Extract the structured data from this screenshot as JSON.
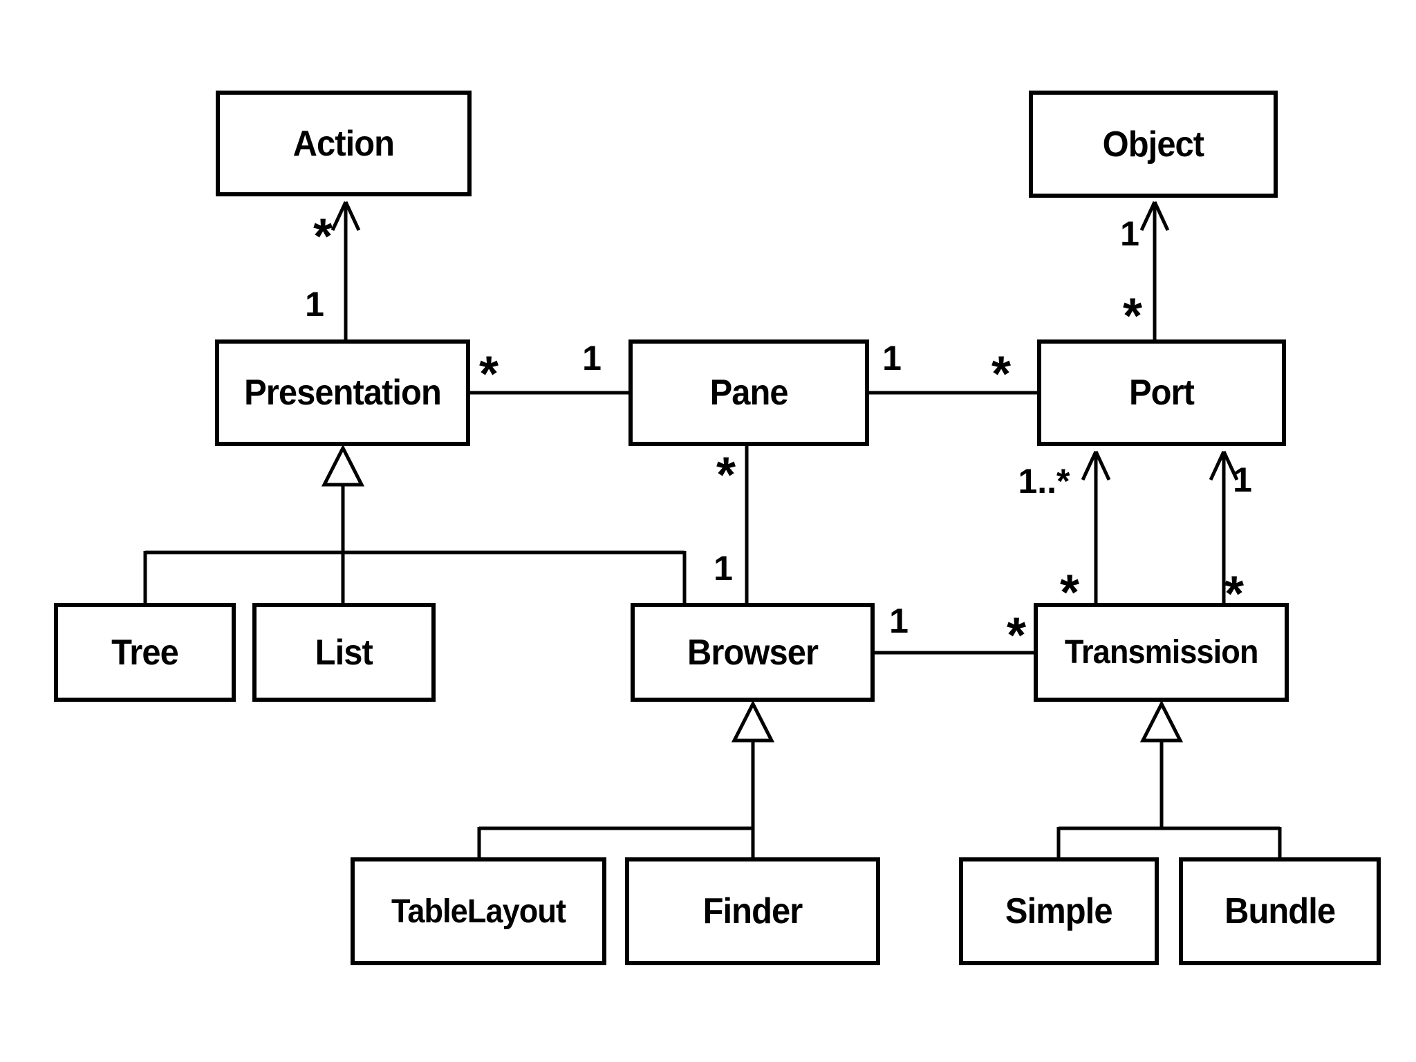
{
  "diagram": {
    "kind": "UML class diagram",
    "background_color": "#ffffff",
    "line_color": "#000000"
  },
  "classes": {
    "action": "Action",
    "object": "Object",
    "presentation": "Presentation",
    "pane": "Pane",
    "port": "Port",
    "tree": "Tree",
    "list": "List",
    "browser": "Browser",
    "transmission": "Transmission",
    "tablelayout": "TableLayout",
    "finder": "Finder",
    "simple": "Simple",
    "bundle": "Bundle"
  },
  "multiplicities": {
    "presentation_action": {
      "near_action": "*",
      "near_presentation": "1"
    },
    "presentation_pane": {
      "near_presentation": "*",
      "near_pane": "1"
    },
    "pane_port": {
      "near_pane": "1",
      "near_port": "*"
    },
    "port_object": {
      "near_object": "1",
      "near_port": "*"
    },
    "browser_pane": {
      "near_pane": "*",
      "near_browser": "1"
    },
    "browser_transmission": {
      "near_browser": "1",
      "near_transmission": "*"
    },
    "transmission_port_left": {
      "near_port": "1..*",
      "near_transmission": "*"
    },
    "transmission_port_right": {
      "near_port": "1",
      "near_transmission": "*"
    }
  },
  "relationships": {
    "associations": [
      {
        "from": "presentation",
        "to": "action",
        "from_mult": "1",
        "to_mult": "*",
        "arrowhead": "open-at-action"
      },
      {
        "from": "presentation",
        "to": "pane",
        "from_mult": "*",
        "to_mult": "1",
        "arrowhead": "none"
      },
      {
        "from": "pane",
        "to": "port",
        "from_mult": "1",
        "to_mult": "*",
        "arrowhead": "none"
      },
      {
        "from": "port",
        "to": "object",
        "from_mult": "*",
        "to_mult": "1",
        "arrowhead": "open-at-object"
      },
      {
        "from": "browser",
        "to": "pane",
        "from_mult": "1",
        "to_mult": "*",
        "arrowhead": "none"
      },
      {
        "from": "browser",
        "to": "transmission",
        "from_mult": "1",
        "to_mult": "*",
        "arrowhead": "none"
      },
      {
        "from": "transmission",
        "to": "port",
        "from_mult": "*",
        "to_mult": "1..*",
        "arrowhead": "open-at-port"
      },
      {
        "from": "transmission",
        "to": "port",
        "from_mult": "*",
        "to_mult": "1",
        "arrowhead": "open-at-port"
      }
    ],
    "generalizations": [
      {
        "parent": "presentation",
        "children": [
          "tree",
          "list",
          "browser"
        ]
      },
      {
        "parent": "browser",
        "children": [
          "tablelayout",
          "finder"
        ]
      },
      {
        "parent": "transmission",
        "children": [
          "simple",
          "bundle"
        ]
      }
    ]
  }
}
